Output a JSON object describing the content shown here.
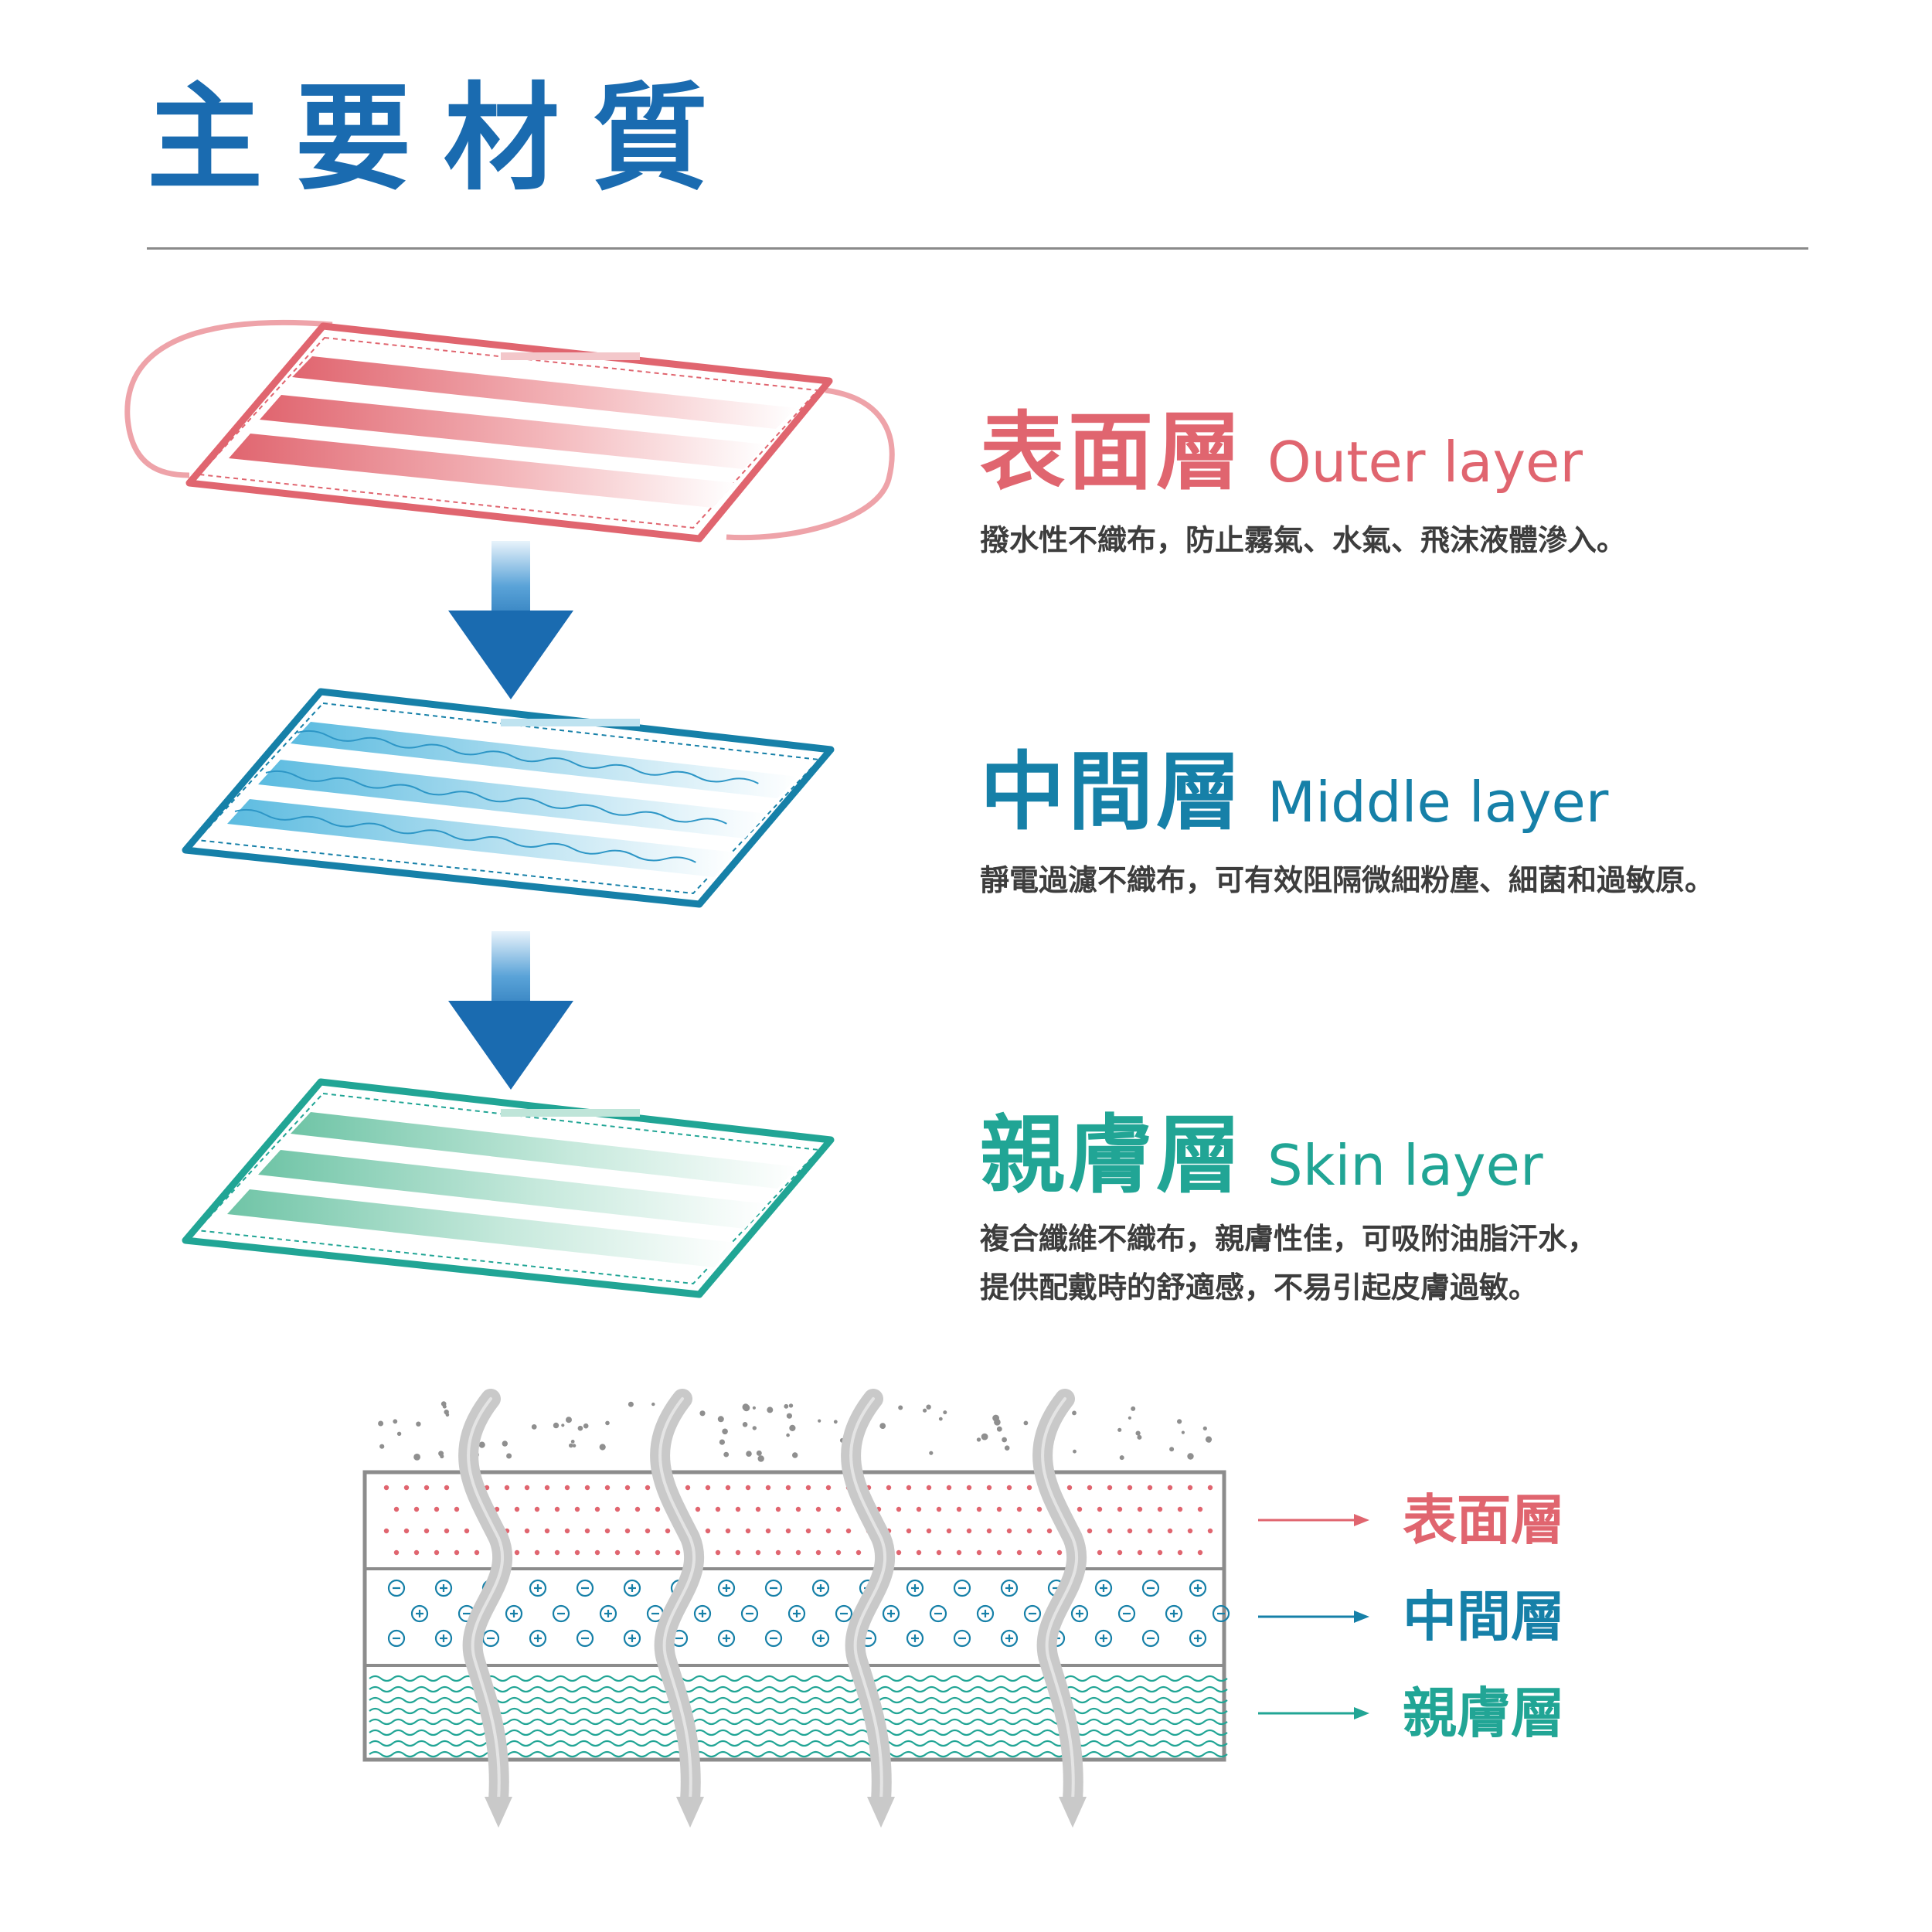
{
  "title": "主要材質",
  "colors": {
    "title": "#1a6bb0",
    "outer": "#e0656f",
    "middle": "#1680a8",
    "skin": "#21a595",
    "arrow": "#1a6bb0",
    "airflow": "#c9c9c9",
    "rule": "#8a8a8a",
    "body_text": "#3d3d3d"
  },
  "layers": [
    {
      "key": "outer",
      "name_zh": "表面層",
      "name_en": "Outer layer",
      "desc_lines": [
        "撥水性不織布，防止霧氣、水氣、飛沫液體滲入。"
      ]
    },
    {
      "key": "middle",
      "name_zh": "中間層",
      "name_en": "Middle layer",
      "desc_lines": [
        "靜電過濾不織布，可有效阻隔微細粉塵、細菌和過敏原。"
      ]
    },
    {
      "key": "skin",
      "name_zh": "親膚層",
      "name_en": "Skin layer",
      "desc_lines": [
        "複合纖維不織布，親膚性佳，可吸附油脂汗水，",
        "提供配戴時的舒適感，不易引起皮膚過敏。"
      ]
    }
  ],
  "cross_section": {
    "legend": [
      "表面層",
      "中間層",
      "親膚層"
    ],
    "icons": [
      "particle-icon",
      "dot-icon",
      "minus-charge-icon",
      "plus-charge-icon",
      "wave-fiber-icon",
      "airflow-arrow-icon",
      "down-arrow-icon"
    ]
  }
}
